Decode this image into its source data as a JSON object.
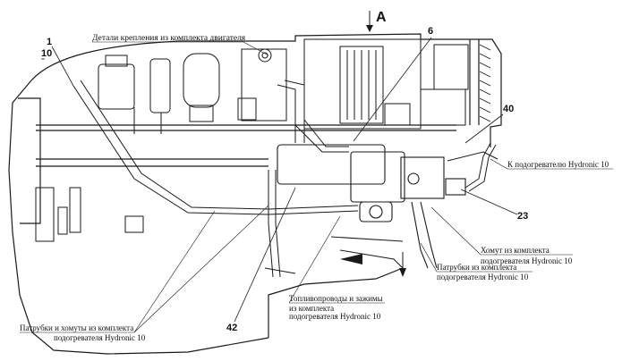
{
  "view_label": "A",
  "callouts": {
    "c1": "1",
    "c10": "10",
    "c6": "6",
    "c40": "40",
    "c23": "23",
    "c42": "42"
  },
  "labels": {
    "engine_fasteners": "Детали крепления из комплекта двигателя",
    "to_heater": "К подогревателю Hydronic 10",
    "clamp_line1": "Хомут из комплекта",
    "clamp_line2": "подогревателя Hydronic 10",
    "pipes_line1": "Патрубки из комплекта",
    "pipes_line2": "подогревателя Hydronic 10",
    "fuel_line1": "Топливопроводы и зажимы",
    "fuel_line2": "из комплекта",
    "fuel_line3": "подогревателя Hydronic 10",
    "pipes_clamps_line1": "Патрубки и хомуты из комплекта",
    "pipes_clamps_line2": "подогревателя Hydronic 10"
  }
}
